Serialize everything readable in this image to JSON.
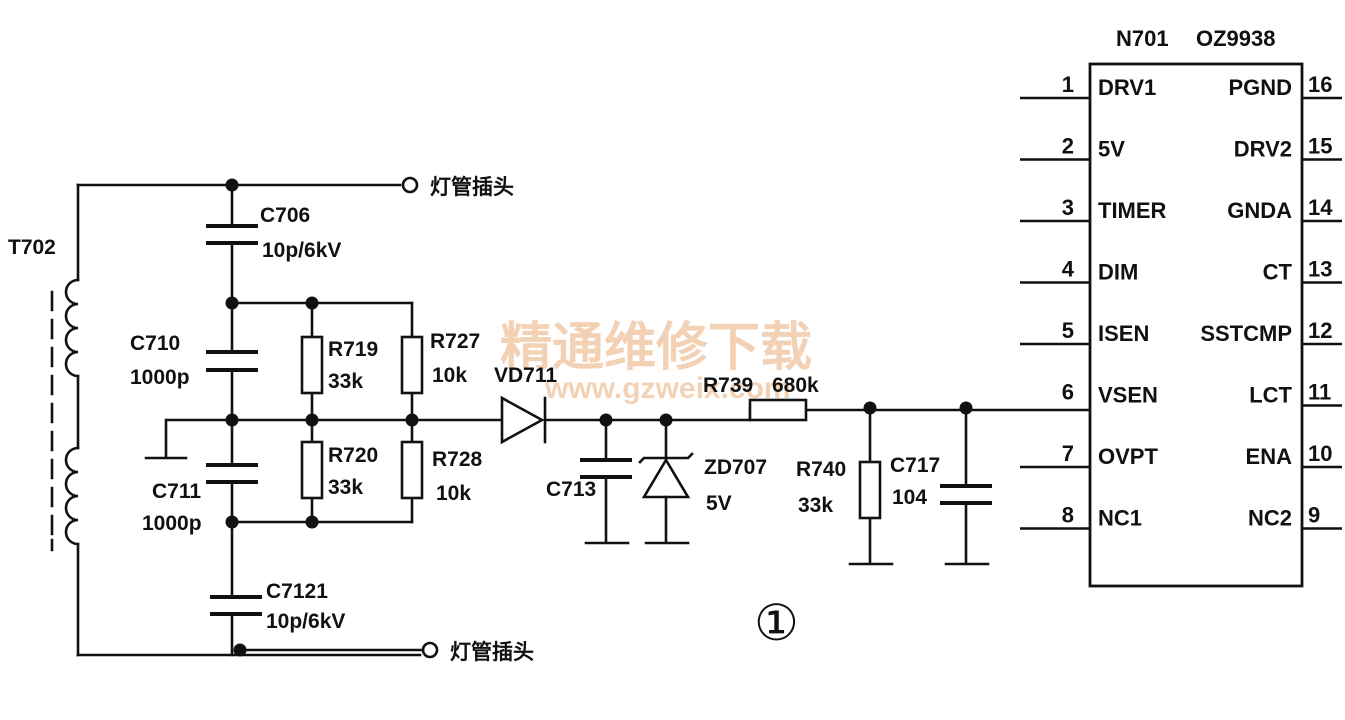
{
  "ic": {
    "ref": "N701",
    "part": "OZ9938",
    "left_pins": [
      {
        "num": "1",
        "name": "DRV1"
      },
      {
        "num": "2",
        "name": "5V"
      },
      {
        "num": "3",
        "name": "TIMER"
      },
      {
        "num": "4",
        "name": "DIM"
      },
      {
        "num": "5",
        "name": "ISEN"
      },
      {
        "num": "6",
        "name": "VSEN"
      },
      {
        "num": "7",
        "name": "OVPT"
      },
      {
        "num": "8",
        "name": "NC1"
      }
    ],
    "right_pins": [
      {
        "num": "16",
        "name": "PGND"
      },
      {
        "num": "15",
        "name": "DRV2"
      },
      {
        "num": "14",
        "name": "GNDA"
      },
      {
        "num": "13",
        "name": "CT"
      },
      {
        "num": "12",
        "name": "SSTCMP"
      },
      {
        "num": "11",
        "name": "LCT"
      },
      {
        "num": "10",
        "name": "ENA"
      },
      {
        "num": "9",
        "name": "NC2"
      }
    ]
  },
  "transformer": {
    "ref": "T702"
  },
  "connectors": {
    "top": "灯管插头",
    "bottom": "灯管插头"
  },
  "components": {
    "c706": {
      "ref": "C706",
      "value": "10p/6kV"
    },
    "c710": {
      "ref": "C710",
      "value": "1000p"
    },
    "c711": {
      "ref": "C711",
      "value": "1000p"
    },
    "c7121": {
      "ref": "C7121",
      "value": "10p/6kV"
    },
    "r719": {
      "ref": "R719",
      "value": "33k"
    },
    "r720": {
      "ref": "R720",
      "value": "33k"
    },
    "r727": {
      "ref": "R727",
      "value": "10k"
    },
    "r728": {
      "ref": "R728",
      "value": "10k"
    },
    "vd711": {
      "ref": "VD711"
    },
    "c713": {
      "ref": "C713"
    },
    "zd707": {
      "ref": "ZD707",
      "value": "5V"
    },
    "r739": {
      "ref": "R739",
      "value": "680k"
    },
    "r740": {
      "ref": "R740",
      "value": "33k"
    },
    "c717": {
      "ref": "C717",
      "value": "104"
    }
  },
  "figure_number": "①",
  "watermark": {
    "line1": "精通维修下载",
    "line2": "www.gzweix.com"
  }
}
